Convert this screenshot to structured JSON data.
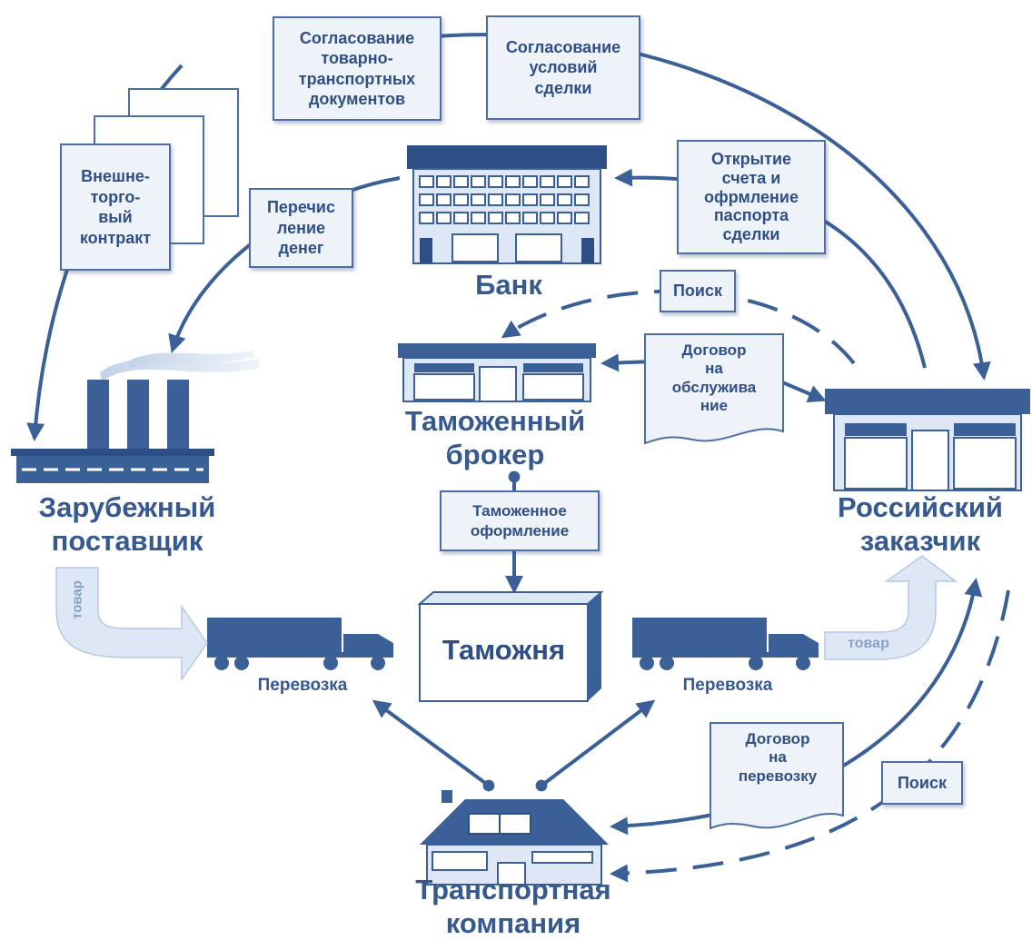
{
  "colors": {
    "primary": "#3b5f97",
    "dark": "#2e4f86",
    "light": "#dde7f5",
    "box_fill": "#eef3fa",
    "box_border": "#4c6ea6"
  },
  "documents": {
    "contract": "Внешне-\nторго-\nвый\nконтракт",
    "agreement_docs": "Согласование\nтоварно-\nтранспортных\nдокументов",
    "agreement_terms": "Согласование\nусловий\nсделки",
    "money_transfer": "Перечис\nление\nденег",
    "account_opening": "Открытие\nсчета и\nофрмление\nпаспорта\nсделки",
    "search_top": "Поиск",
    "service_contract": "Договор\nна\nобслужива\nние",
    "customs_clearance": "Таможенное\nоформление",
    "transport_contract": "Договор\nна\nперевозку",
    "search_bottom": "Поиск"
  },
  "entities": {
    "bank": "Банк",
    "broker": "Таможенный\nброкер",
    "supplier": "Зарубежный\nпоставщик",
    "customer": "Российский\nзаказчик",
    "customs": "Таможня",
    "transport_company": "Транспортная\nкомпания"
  },
  "labels": {
    "transport_left": "Перевозка",
    "transport_right": "Перевозка",
    "goods_left": "товар",
    "goods_right": "товар"
  }
}
